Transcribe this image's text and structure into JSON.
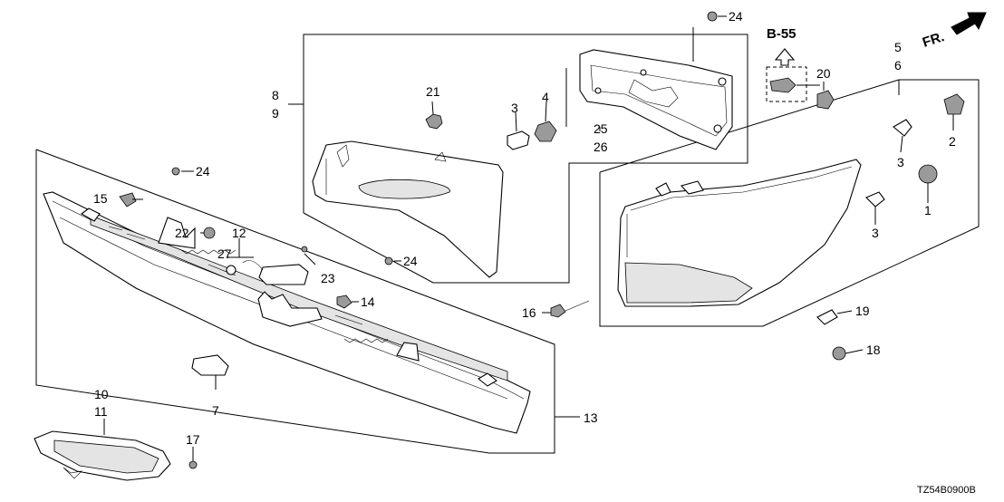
{
  "diagram_code": "TZ54B0900B",
  "reference": "B-55",
  "direction": "FR.",
  "callouts": {
    "c1": "1",
    "c2": "2",
    "c3a": "3",
    "c3b": "3",
    "c3c": "3",
    "c4": "4",
    "c5": "5",
    "c6": "6",
    "c7": "7",
    "c8": "8",
    "c9": "9",
    "c10": "10",
    "c11": "11",
    "c12": "12",
    "c13": "13",
    "c14": "14",
    "c15": "15",
    "c16": "16",
    "c17": "17",
    "c18": "18",
    "c19": "19",
    "c20": "20",
    "c21": "21",
    "c22": "22",
    "c23": "23",
    "c24a": "24",
    "c24b": "24",
    "c24c": "24",
    "c25": "25",
    "c26": "26",
    "c27": "27"
  }
}
